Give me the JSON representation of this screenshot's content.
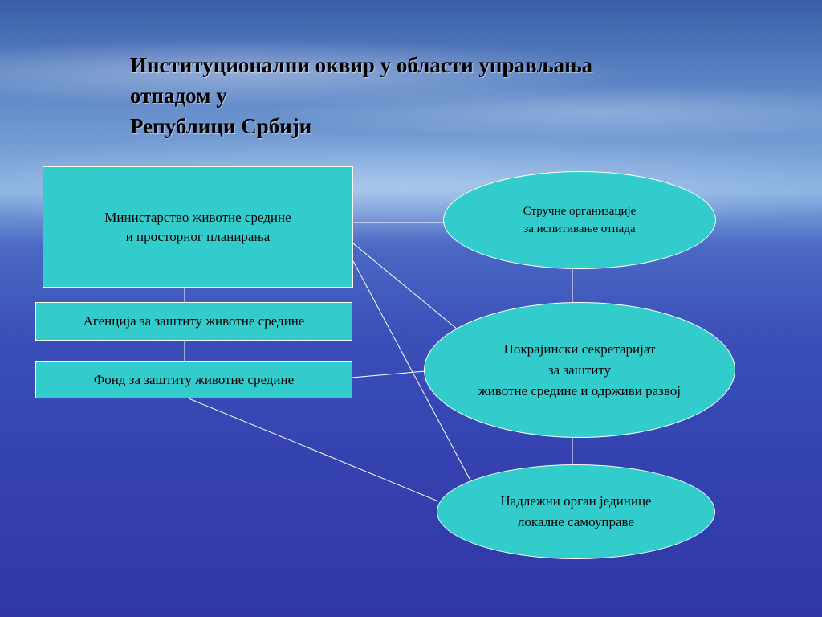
{
  "title": {
    "line1": "Институционални оквир у области управљања",
    "line2": "отпадом у",
    "line3": "Републици Србији"
  },
  "nodes": {
    "ministry": {
      "line1": "Министарство животне средине",
      "line2": "и просторног планирања"
    },
    "agency": {
      "label": "Агенција за заштиту животне средине"
    },
    "fund": {
      "label": "Фонд за заштиту животне средине"
    },
    "expert_orgs": {
      "line1": "Стручне организације",
      "line2": "за испитивање отпада"
    },
    "provincial": {
      "line1": "Покрајински секретаријат",
      "line2": "за заштиту",
      "line3": "животне средине и одрживи развој"
    },
    "local": {
      "line1": "Надлежни орган јединице",
      "line2": "локалне самоуправе"
    }
  },
  "colors": {
    "node_fill": "#33cccc",
    "node_border": "#ffffff",
    "line": "#ffffff",
    "title_text": "#000000"
  }
}
